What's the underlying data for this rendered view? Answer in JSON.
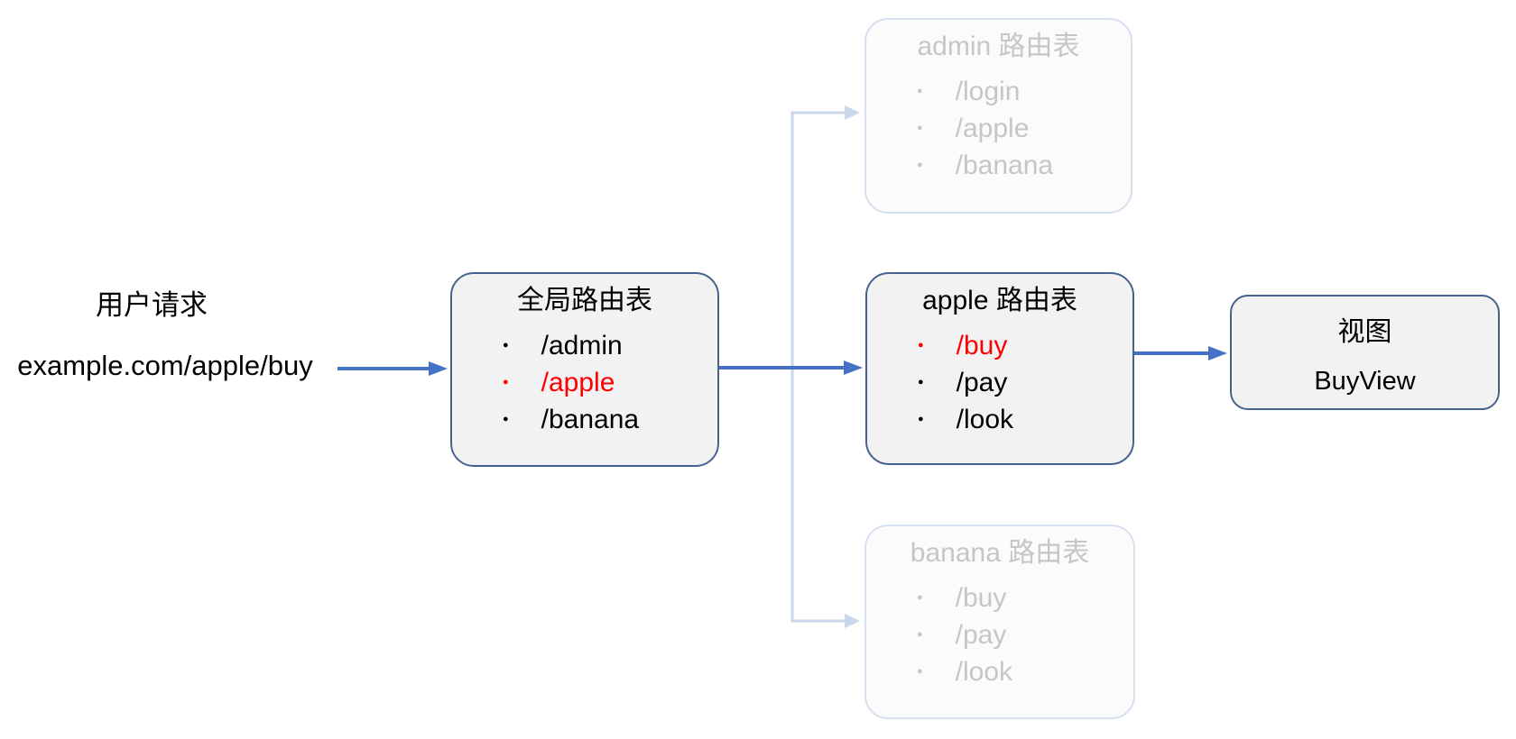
{
  "request": {
    "title": "用户请求",
    "url": "example.com/apple/buy"
  },
  "global_table": {
    "title": "全局路由表",
    "items": [
      {
        "label": "/admin",
        "highlighted": false
      },
      {
        "label": "/apple",
        "highlighted": true
      },
      {
        "label": "/banana",
        "highlighted": false
      }
    ]
  },
  "admin_table": {
    "title": "admin 路由表",
    "faded": true,
    "items": [
      {
        "label": "/login",
        "highlighted": false
      },
      {
        "label": "/apple",
        "highlighted": false
      },
      {
        "label": "/banana",
        "highlighted": false
      }
    ]
  },
  "apple_table": {
    "title": "apple 路由表",
    "items": [
      {
        "label": "/buy",
        "highlighted": true
      },
      {
        "label": "/pay",
        "highlighted": false
      },
      {
        "label": "/look",
        "highlighted": false
      }
    ]
  },
  "banana_table": {
    "title": "banana 路由表",
    "faded": true,
    "items": [
      {
        "label": "/buy",
        "highlighted": false
      },
      {
        "label": "/pay",
        "highlighted": false
      },
      {
        "label": "/look",
        "highlighted": false
      }
    ]
  },
  "view": {
    "title": "视图",
    "name": "BuyView"
  },
  "colors": {
    "arrow_blue": "#4472c4",
    "box_border": "#47618e",
    "box_fill": "#f2f2f2",
    "highlight_red": "#ff0000",
    "faded_border": "#d6e0f1",
    "faded_fill": "#fbfbfb",
    "faded_text": "#c5c6c9",
    "faded_connector": "#cbd7eb"
  }
}
